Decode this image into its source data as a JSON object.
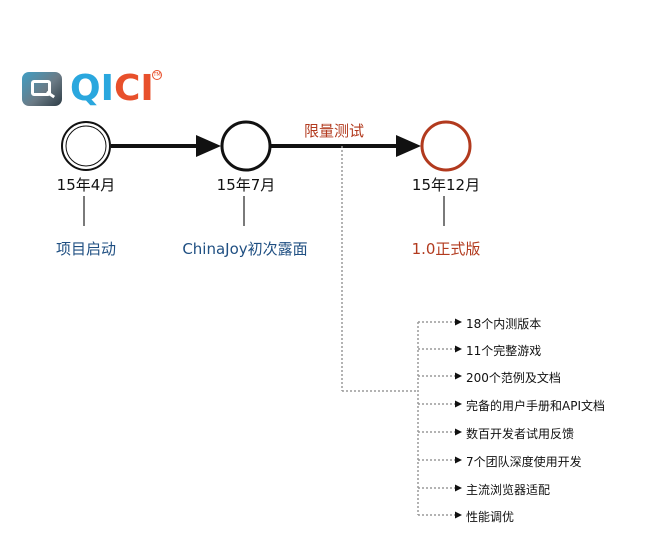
{
  "logo": {
    "text_main": "QI",
    "text_accent": "CI",
    "badge": "TM"
  },
  "milestones": [
    {
      "date": "15年4月",
      "event": "项目启动"
    },
    {
      "date": "15年7月",
      "event": "ChinaJoy初次露面"
    },
    {
      "date": "15年12月",
      "event": "1.0正式版"
    }
  ],
  "mid_label": "限量测试",
  "items": [
    "18个内测版本",
    "11个完整游戏",
    "200个范例及文档",
    "完备的用户手册和API文档",
    "数百开发者试用反馈",
    "7个团队深度使用开发",
    "主流浏览器适配",
    "性能调优"
  ],
  "colors": {
    "blue": "#1f4f82",
    "red": "#b23a1e",
    "line": "#111111",
    "dotted": "#9a9a9a"
  }
}
